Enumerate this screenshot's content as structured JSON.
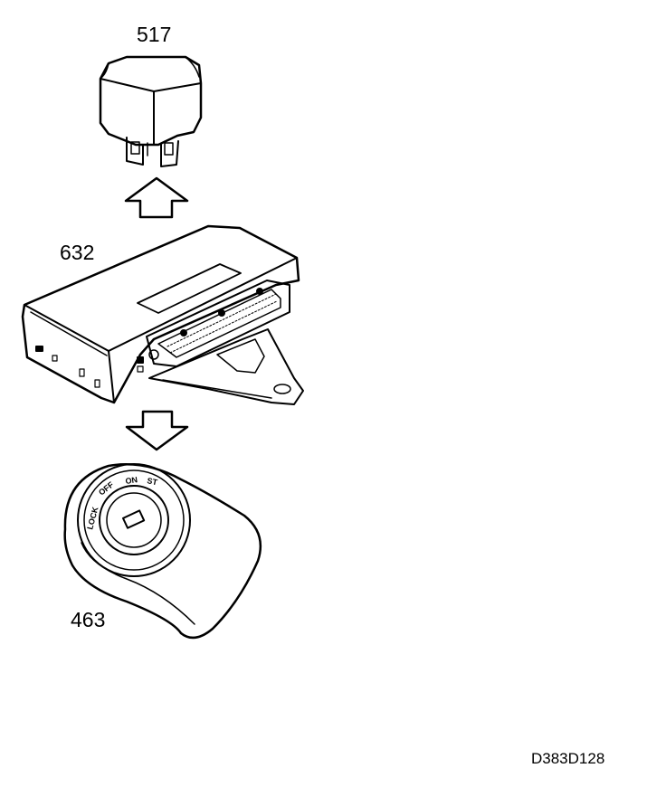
{
  "parts": [
    {
      "id": "relay",
      "number": "517"
    },
    {
      "id": "control-module",
      "number": "632"
    },
    {
      "id": "ignition-switch",
      "number": "463"
    }
  ],
  "ignition_positions": [
    "LOCK",
    "OFF",
    "ON",
    "ST"
  ],
  "drawing_reference": "D383D128",
  "colors": {
    "line": "#000000",
    "background": "#ffffff"
  }
}
